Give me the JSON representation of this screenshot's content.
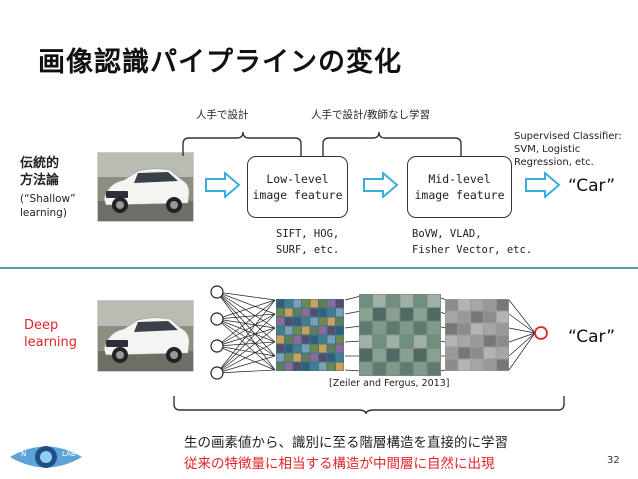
{
  "slide": {
    "title": "画像認識パイプラインの変化",
    "page_number": "32"
  },
  "traditional": {
    "label_line1": "伝統的",
    "label_line2": "方法論",
    "label_sub1": "(“Shallow”",
    "label_sub2": "learning)",
    "bracket_left": "人手で設計",
    "bracket_right": "人手で設計/教師なし学習",
    "box_low_line1": "Low-level",
    "box_low_line2": "image feature",
    "box_mid_line1": "Mid-level",
    "box_mid_line2": "image feature",
    "low_examples_line1": "SIFT, HOG,",
    "low_examples_line2": "SURF, etc.",
    "mid_examples_line1": "BoVW, VLAD,",
    "mid_examples_line2": "Fisher Vector, etc.",
    "classifier_line1": "Supervised Classifier:",
    "classifier_line2": "SVM, Logistic",
    "classifier_line3": "Regression, etc.",
    "output": "“Car”"
  },
  "deep": {
    "label_line1": "Deep",
    "label_line2": "learning",
    "citation": "[Zeiler and Fergus, 2013]",
    "output": "“Car”"
  },
  "footer": {
    "line1": "生の画素値から、識別に至る階層構造を直接的に学習",
    "line2": "従来の特徴量に相当する構造が中間層に自然に出現",
    "logo_left": "N",
    "logo_right": "LAB"
  },
  "colors": {
    "arrow": "#3aaed8",
    "red_text": "#e0242a",
    "divider": "#4aa3a6",
    "output_node": "#e0242a"
  }
}
